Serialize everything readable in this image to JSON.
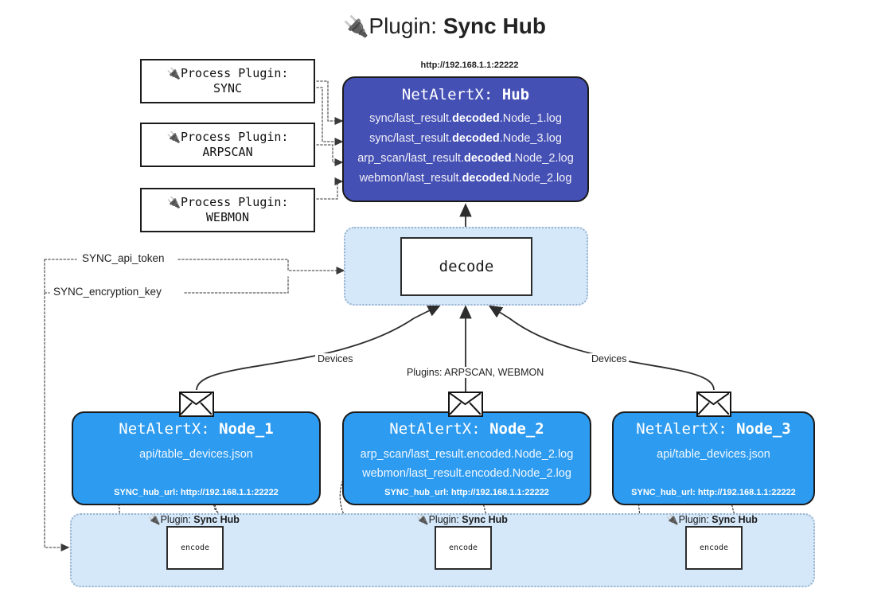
{
  "title": {
    "icon": "electric-plug-icon",
    "glyph": "🔌",
    "lead": "Plugin: ",
    "strong": "Sync Hub"
  },
  "process_plugins": [
    {
      "glyph": "🔌",
      "line1": "Process Plugin:",
      "line2": "SYNC"
    },
    {
      "glyph": "🔌",
      "line1": "Process Plugin:",
      "line2": "ARPSCAN"
    },
    {
      "glyph": "🔌",
      "line1": "Process Plugin:",
      "line2": "WEBMON"
    }
  ],
  "hub": {
    "url": "http://192.168.1.1:22222",
    "title_prefix": "NetAlertX: ",
    "title_name": "Hub",
    "fill_color": "#4550b5",
    "logs": [
      {
        "pre": "sync/last_result.",
        "mid": "decoded",
        "post": ".Node_1.log"
      },
      {
        "pre": "sync/last_result.",
        "mid": "decoded",
        "post": ".Node_3.log"
      },
      {
        "pre": "arp_scan/last_result.",
        "mid": "decoded",
        "post": ".Node_2.log"
      },
      {
        "pre": "webmon/last_result.",
        "mid": "decoded",
        "post": ".Node_2.log"
      }
    ]
  },
  "decode": {
    "label": "decode",
    "zone_color": "#d5e8fa"
  },
  "secrets": [
    {
      "label": "SYNC_api_token"
    },
    {
      "label": "SYNC_encryption_key"
    }
  ],
  "edge_labels": {
    "devices_left": "Devices",
    "plugins_center": "Plugins: ARPSCAN, WEBMON",
    "devices_right": "Devices"
  },
  "nodes": [
    {
      "title_prefix": "NetAlertX: ",
      "title_name": "Node_1",
      "fill_color": "#2d9bf0",
      "lines": [
        "api/table_devices.json"
      ],
      "footer": "SYNC_hub_url: http://192.168.1.1:22222",
      "envelope_icon": "envelope-icon"
    },
    {
      "title_prefix": "NetAlertX: ",
      "title_name": "Node_2",
      "fill_color": "#2d9bf0",
      "lines": [
        "arp_scan/last_result.encoded.Node_2.log",
        "webmon/last_result.encoded.Node_2.log"
      ],
      "footer": "SYNC_hub_url: http://192.168.1.1:22222",
      "envelope_icon": "envelope-icon"
    },
    {
      "title_prefix": "NetAlertX: ",
      "title_name": "Node_3",
      "fill_color": "#2d9bf0",
      "lines": [
        "api/table_devices.json"
      ],
      "footer": "SYNC_hub_url: http://192.168.1.1:22222",
      "envelope_icon": "envelope-icon"
    }
  ],
  "plugin_zone": {
    "fill_color": "#d5e8fa",
    "instances": [
      {
        "glyph": "🔌",
        "label_lead": "Plugin: ",
        "label_strong": "Sync Hub",
        "encode_label": "encode"
      },
      {
        "glyph": "🔌",
        "label_lead": "Plugin: ",
        "label_strong": "Sync Hub",
        "encode_label": "encode"
      },
      {
        "glyph": "🔌",
        "label_lead": "Plugin: ",
        "label_strong": "Sync Hub",
        "encode_label": "encode"
      }
    ]
  }
}
